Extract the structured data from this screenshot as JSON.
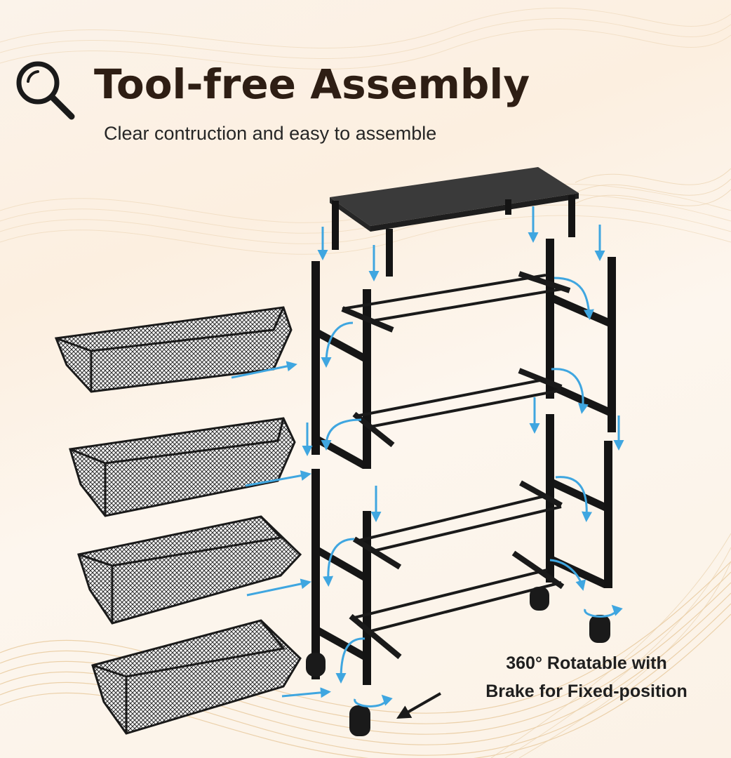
{
  "header": {
    "title": "Tool-free Assembly",
    "subtitle": "Clear contruction and easy to assemble"
  },
  "caption": {
    "line1": "360° Rotatable with",
    "line2": "Brake for Fixed-position"
  },
  "colors": {
    "background": "#fbf2e6",
    "title": "#2e1e14",
    "frame": "#141414",
    "arrow": "#3fa6e0",
    "wave": "#e4c79a"
  },
  "icons": {
    "header_icon": "search-icon",
    "arrows": "arrow-icon",
    "rotation": "rotate-icon"
  }
}
